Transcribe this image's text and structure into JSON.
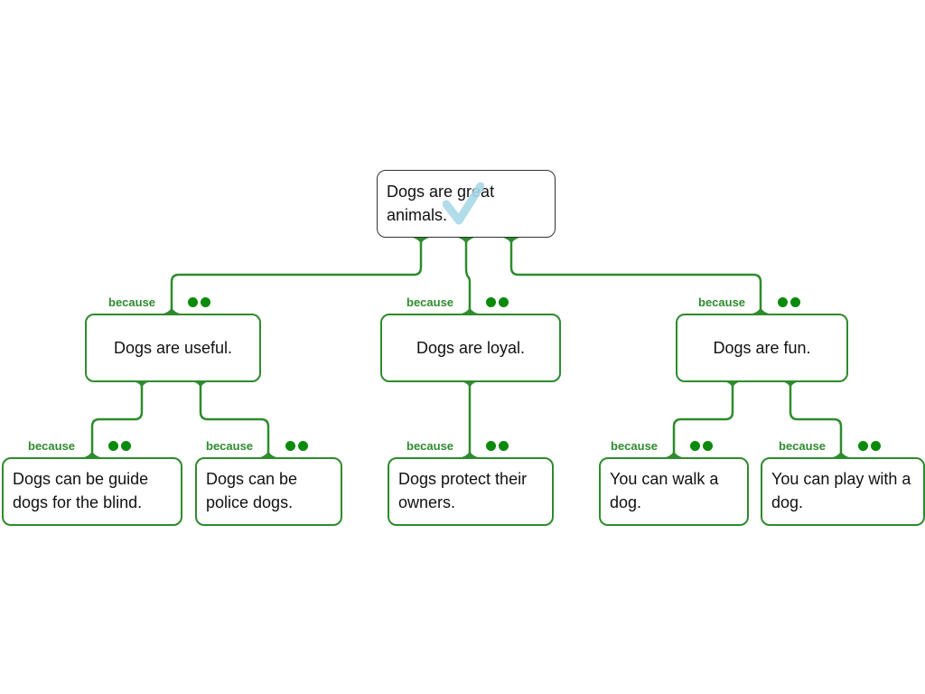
{
  "diagram": {
    "root": {
      "text": "Dogs are great animals."
    },
    "reasons": [
      {
        "label": "because",
        "text": "Dogs are useful.",
        "children": [
          {
            "label": "because",
            "text": "Dogs can be guide dogs for the blind."
          },
          {
            "label": "because",
            "text": "Dogs can be police dogs."
          }
        ]
      },
      {
        "label": "because",
        "text": "Dogs are loyal.",
        "children": [
          {
            "label": "because",
            "text": "Dogs protect their owners."
          }
        ]
      },
      {
        "label": "because",
        "text": "Dogs are fun.",
        "children": [
          {
            "label": "because",
            "text": "You can walk a dog."
          },
          {
            "label": "because",
            "text": "You can play with a dog."
          }
        ]
      }
    ],
    "colors": {
      "connector": "#2e8b2e",
      "checkmark": "#a8d8e8"
    },
    "icons": {
      "root_marker": "checkmark-icon",
      "premise_marker": "two-dots-icon"
    }
  }
}
